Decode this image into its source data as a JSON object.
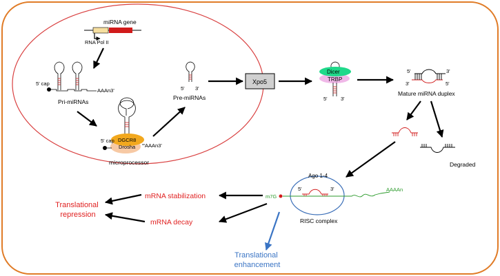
{
  "labels": {
    "mirna_gene": "miRNA gene",
    "rna_pol": "RNA Pol II",
    "cap_1": "5' cap",
    "aaan_1": "AAAn3'",
    "pri_mirnas": "Pri-miRNAs",
    "cap_2": "5' cap",
    "dgcr8": "DGCR8",
    "drosha": "Drosha",
    "aaan_2": "AAAn3'",
    "microprocessor": "microprocessor",
    "pre_5": "5'",
    "pre_3": "3'",
    "pre_mirnas": "Pre-miRNAs",
    "xpo5": "Xpo5",
    "dicer": "Dicer",
    "trbp": "TRBP",
    "dicer_5": "5'",
    "dicer_3": "3'",
    "dup_5a": "5'",
    "dup_3a": "3'",
    "dup_3b": "3'",
    "dup_5b": "5'",
    "mature_duplex": "Mature miRNA duplex",
    "degraded": "Degraded",
    "ago": "Ago 1-4",
    "m7g": "m7G",
    "risc_5": "5'",
    "risc_3": "3'",
    "aaaan": "AAAAn",
    "risc_complex": "RISC complex",
    "mrna_stabilization": "mRNA stabilization",
    "mrna_decay": "mRNA decay",
    "translational_repression": "Translational repression",
    "translational_enhancement": "Translational enhancement"
  },
  "colors": {
    "frame": "#e07b26",
    "nucleus": "#d94040",
    "outcome_red": "#e02020",
    "enhancement_blue": "#3a74c4",
    "dicer_green": "#1fd98a",
    "trbp_pink": "#f0b8e8",
    "dgcr8_orange": "#f2a81e",
    "drosha_peach": "#f7c9a4",
    "risc_blue": "#3b6fb8",
    "mrna_green": "#2b9a2b",
    "gene_red": "#d11a1a",
    "gene_yellow": "#f6dfa0"
  }
}
